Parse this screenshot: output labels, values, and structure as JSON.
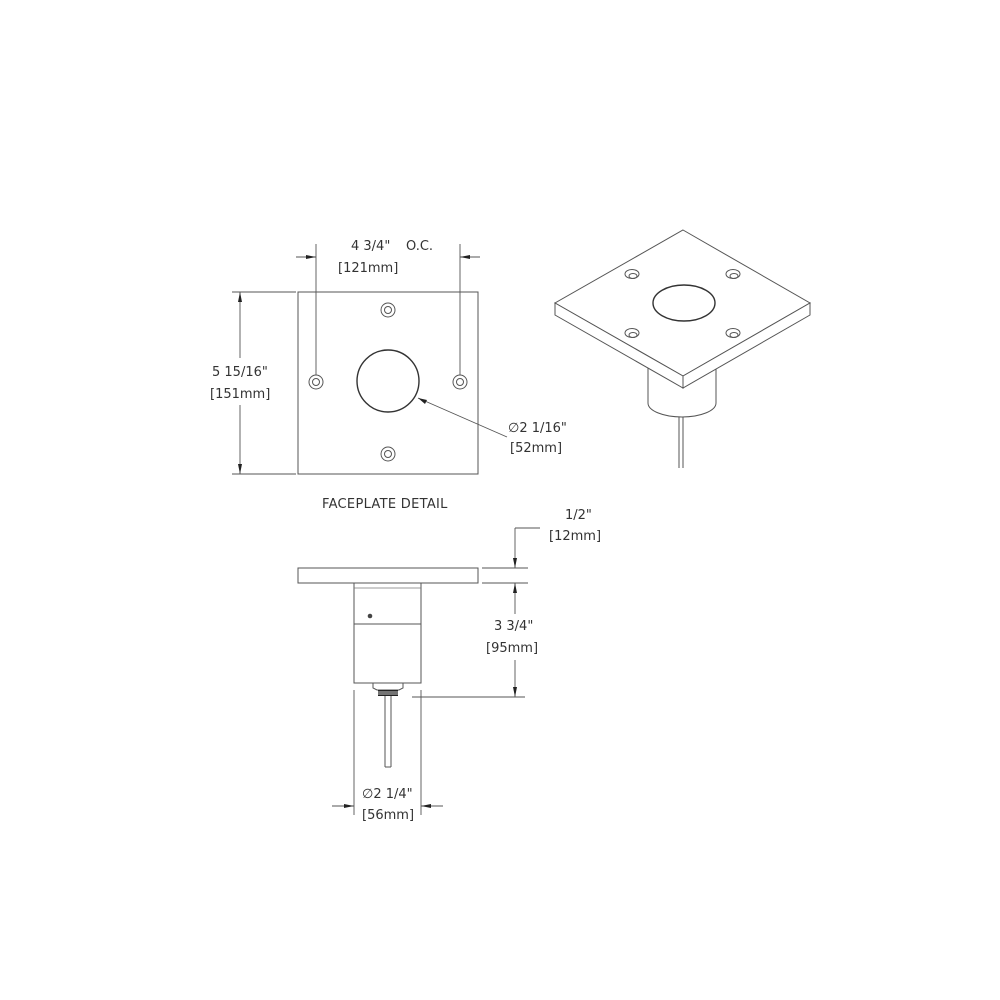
{
  "drawing": {
    "faceplate_detail": {
      "title": "FACEPLATE DETAIL",
      "hole_spacing": {
        "imperial": "4 3/4\"",
        "suffix": "O.C.",
        "metric": "[121mm]"
      },
      "height": {
        "imperial": "5 15/16\"",
        "metric": "[151mm]"
      },
      "center_hole_diameter": {
        "symbol": "∅",
        "imperial": "∅2 1/16\"",
        "metric": "[52mm]"
      }
    },
    "side_view": {
      "plate_thickness": {
        "imperial": "1/2\"",
        "metric": "[12mm]"
      },
      "body_depth": {
        "imperial": "3 3/4\"",
        "metric": "[95mm]"
      },
      "body_diameter": {
        "imperial": "∅2 1/4\"",
        "metric": "[56mm]"
      }
    },
    "isometric_view": {
      "label": ""
    }
  },
  "colors": {
    "line": "#555555",
    "text": "#333333",
    "background": "#ffffff"
  }
}
